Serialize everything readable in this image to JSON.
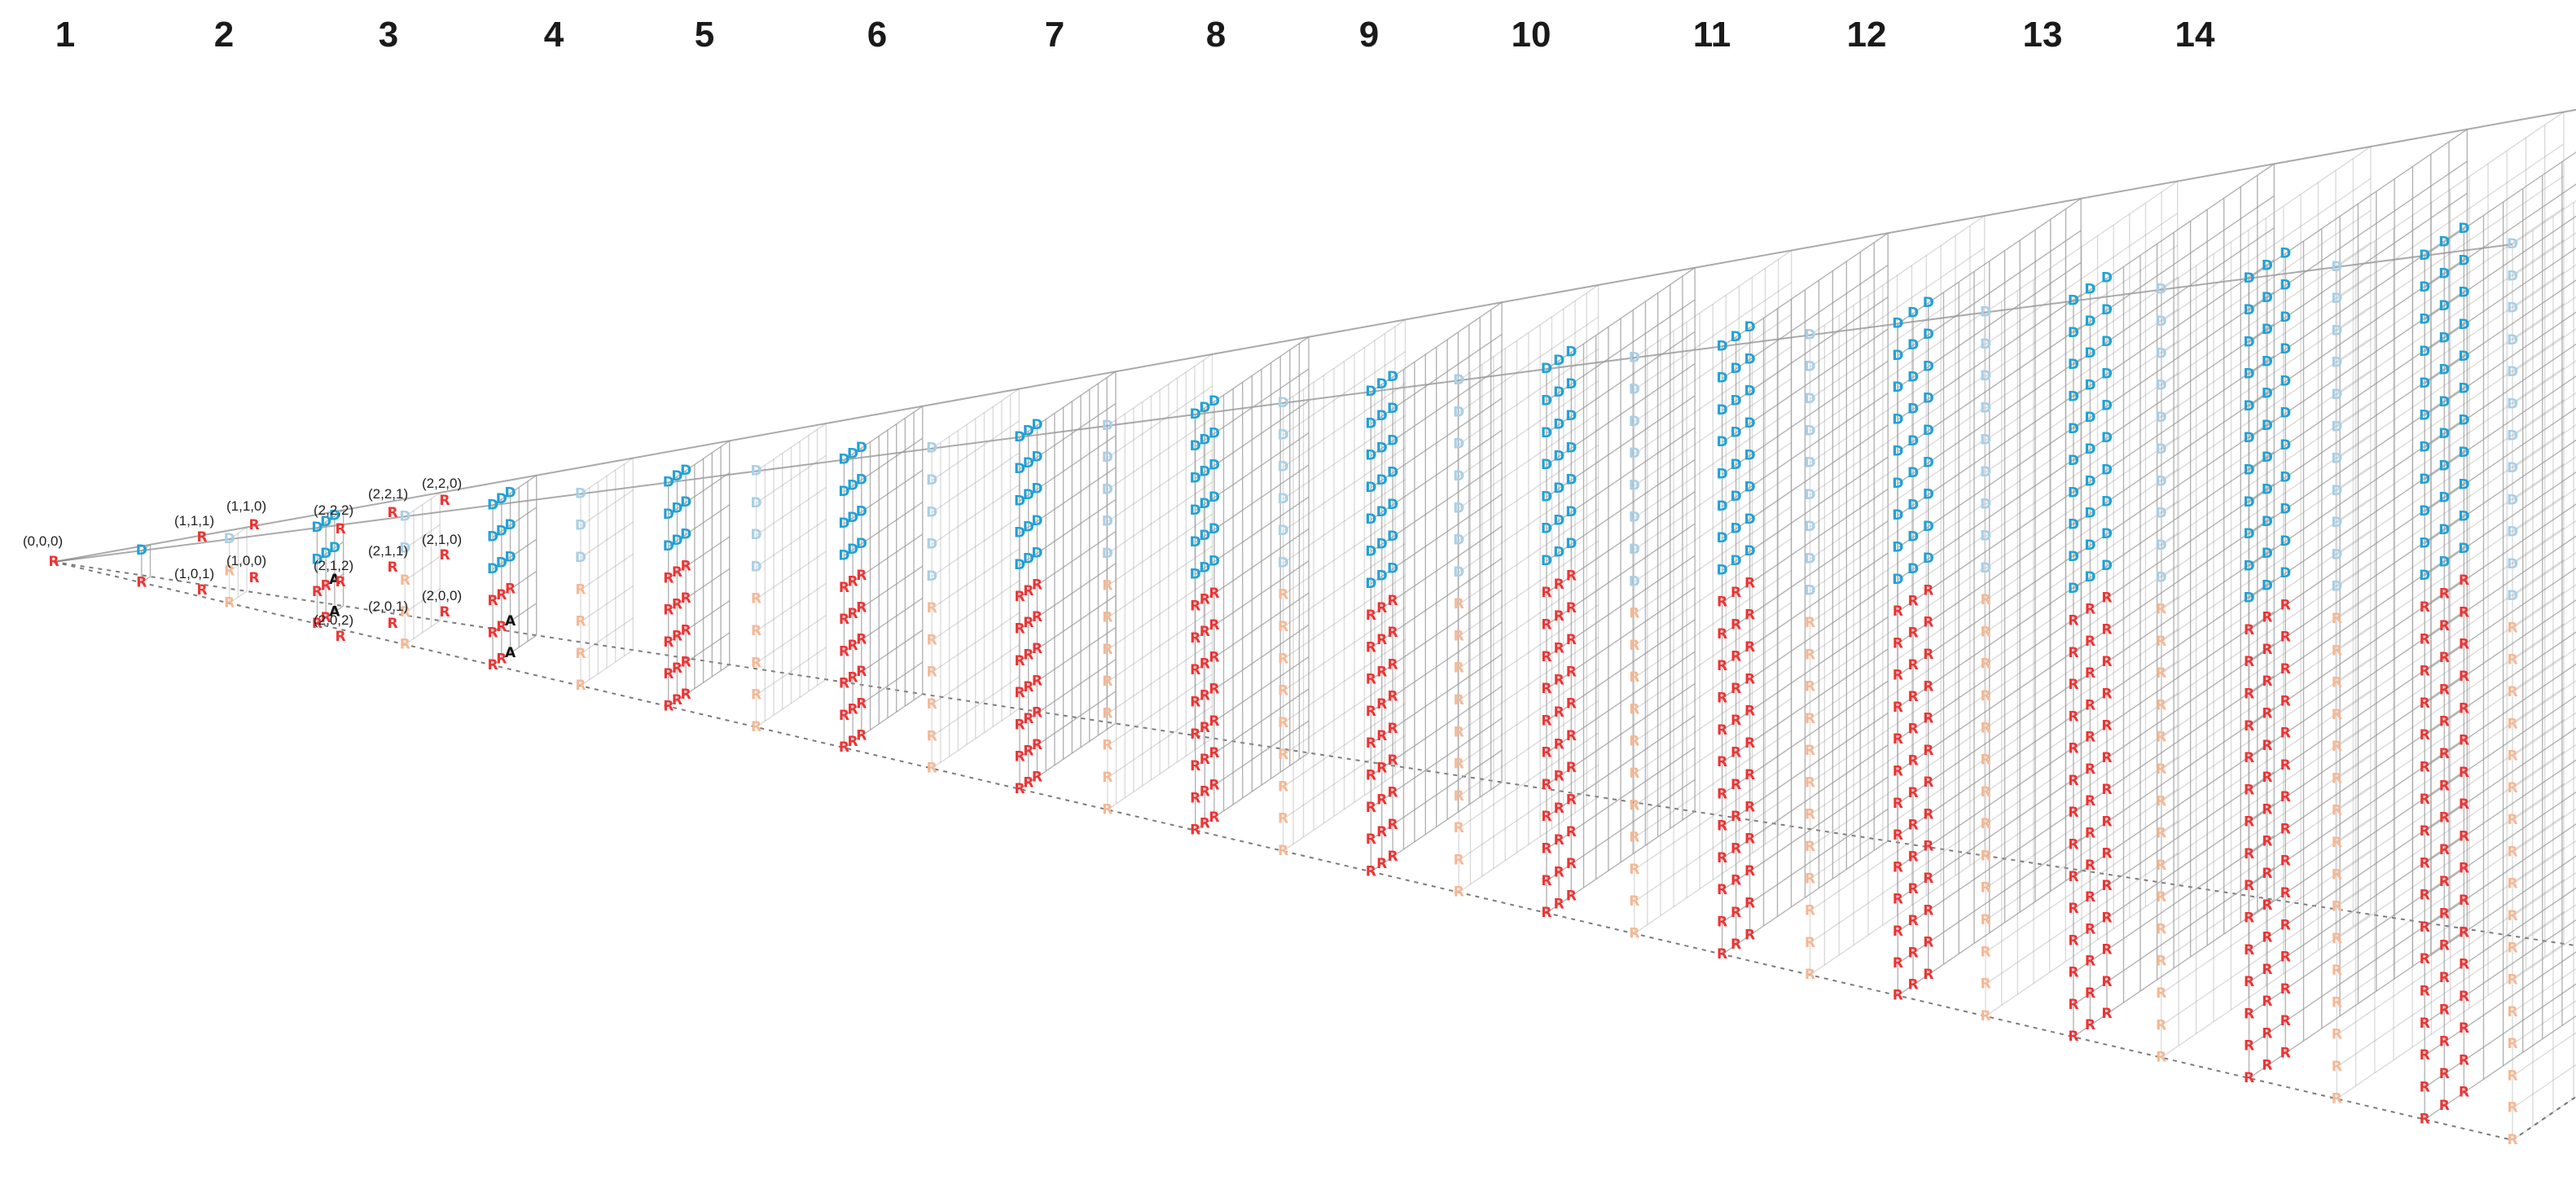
{
  "steps": [
    "1",
    "2",
    "3",
    "4",
    "5",
    "6",
    "7",
    "8",
    "9",
    "10",
    "11",
    "12",
    "13",
    "14"
  ],
  "coordinate_labels": [
    "(0,0,0)",
    "(1,1,1)",
    "(1,1,0)",
    "(1,0,1)",
    "(1,0,0)",
    "(2,2,2)",
    "(2,2,1)",
    "(2,2,0)",
    "(2,1,2)",
    "(2,1,1)",
    "(2,1,0)",
    "(2,0,2)",
    "(2,0,1)",
    "(2,0,0)"
  ],
  "node_glyphs": {
    "R": "R",
    "D": "D",
    "A": "A"
  },
  "colors": {
    "R": "#ee3333",
    "R_faded": "#f5b894",
    "D": "#1fa2d6",
    "D_faded": "#a9cfe8",
    "A": "#111111",
    "A_faded": "#9a9a9a",
    "grid": "#9a9a9a",
    "guide": "#666666"
  }
}
